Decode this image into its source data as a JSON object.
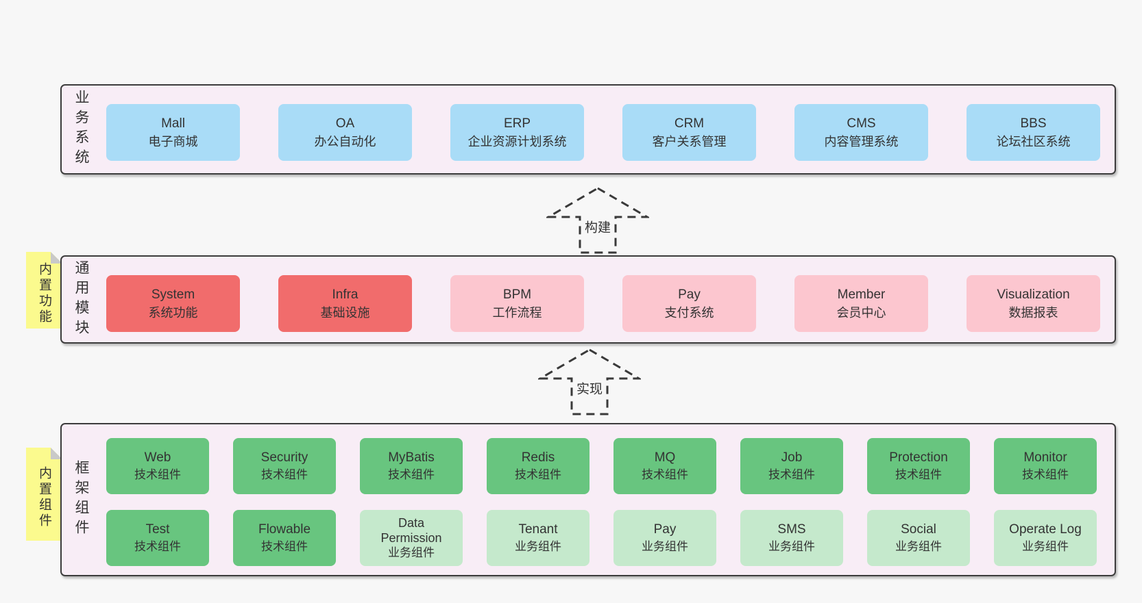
{
  "colors": {
    "page_bg": "#f7f7f7",
    "panel_bg": "#f8edf6",
    "panel_border": "#3c3c3c",
    "blue_box": "#a9dcf7",
    "red_box": "#f16c6c",
    "pink_box": "#fcc6cf",
    "green_box": "#68c57f",
    "light_green_box": "#c5e9cc",
    "sticky_tag": "#fbfa8e",
    "tag_fold": "#c9c9c9",
    "text": "#333333"
  },
  "arrows": {
    "build": "构建",
    "implement": "实现"
  },
  "sections": {
    "business": {
      "label": "业务系统",
      "boxes": [
        {
          "en": "Mall",
          "zh": "电子商城"
        },
        {
          "en": "OA",
          "zh": "办公自动化"
        },
        {
          "en": "ERP",
          "zh": "企业资源计划系统"
        },
        {
          "en": "CRM",
          "zh": "客户关系管理"
        },
        {
          "en": "CMS",
          "zh": "内容管理系统"
        },
        {
          "en": "BBS",
          "zh": "论坛社区系统"
        }
      ]
    },
    "modules": {
      "label": "通用模块",
      "tag": "内置功能",
      "boxes": [
        {
          "en": "System",
          "zh": "系统功能"
        },
        {
          "en": "Infra",
          "zh": "基础设施"
        },
        {
          "en": "BPM",
          "zh": "工作流程"
        },
        {
          "en": "Pay",
          "zh": "支付系统"
        },
        {
          "en": "Member",
          "zh": "会员中心"
        },
        {
          "en": "Visualization",
          "zh": "数据报表"
        }
      ]
    },
    "framework": {
      "label": "框架组件",
      "tag": "内置组件",
      "row1": [
        {
          "en": "Web",
          "zh": "技术组件"
        },
        {
          "en": "Security",
          "zh": "技术组件"
        },
        {
          "en": "MyBatis",
          "zh": "技术组件"
        },
        {
          "en": "Redis",
          "zh": "技术组件"
        },
        {
          "en": "MQ",
          "zh": "技术组件"
        },
        {
          "en": "Job",
          "zh": "技术组件"
        },
        {
          "en": "Protection",
          "zh": "技术组件"
        },
        {
          "en": "Monitor",
          "zh": "技术组件"
        }
      ],
      "row2": [
        {
          "en": "Test",
          "zh": "技术组件"
        },
        {
          "en": "Flowable",
          "zh": "技术组件"
        },
        {
          "en": "Data Permission",
          "zh": "业务组件"
        },
        {
          "en": "Tenant",
          "zh": "业务组件"
        },
        {
          "en": "Pay",
          "zh": "业务组件"
        },
        {
          "en": "SMS",
          "zh": "业务组件"
        },
        {
          "en": "Social",
          "zh": "业务组件"
        },
        {
          "en": "Operate Log",
          "zh": "业务组件"
        }
      ]
    }
  }
}
